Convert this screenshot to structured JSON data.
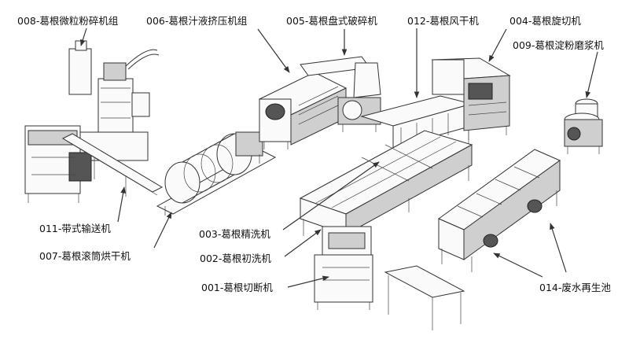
{
  "labels": {
    "l008": "008-葛根微粒粉碎机组",
    "l006": "006-葛根汁液挤压机组",
    "l005": "005-葛根盘式破碎机",
    "l012": "012-葛根风干机",
    "l004": "004-葛根旋切机",
    "l009": "009-葛根淀粉磨浆机",
    "l011": "011-带式输送机",
    "l007": "007-葛根滚筒烘干机",
    "l003": "003-葛根精洗机",
    "l002": "002-葛根初洗机",
    "l001": "001-葛根切断机",
    "l014": "014-废水再生池"
  }
}
